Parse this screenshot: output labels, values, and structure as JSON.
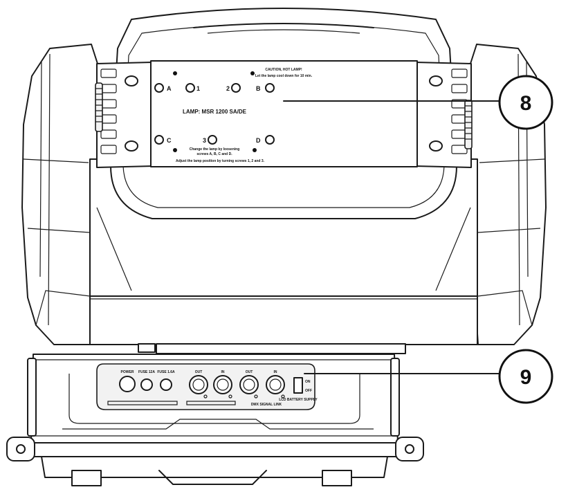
{
  "callouts": {
    "c8": "8",
    "c9": "9"
  },
  "lamp_plate": {
    "caution_line1": "CAUTION, HOT LAMP!",
    "caution_line2": "Let the lamp cool down for 10 min.",
    "lamp_label": "LAMP: MSR 1200 SA/DE",
    "screw_a": "A",
    "screw_b": "B",
    "screw_c": "C",
    "screw_d": "D",
    "screw_1": "1",
    "screw_2": "2",
    "screw_3": "3",
    "change_line1": "Change the lamp by loosening",
    "change_line2": "screws A, B, C and D.",
    "adjust_line": "Adjust the lamp position by turning screws 1, 2 and 3."
  },
  "base_panel": {
    "power_label": "POWER",
    "fuse1_label": "FUSE 12A",
    "fuse2_label": "FUSE 1.6A",
    "out1_label": "OUT",
    "in1_label": "IN",
    "out2_label": "OUT",
    "in2_label": "IN",
    "switch_on": "ON",
    "switch_off": "OFF",
    "battery_label": "LCD BATTERY SUPPLY",
    "dmx_label": "DMX SIGNAL LINK"
  }
}
